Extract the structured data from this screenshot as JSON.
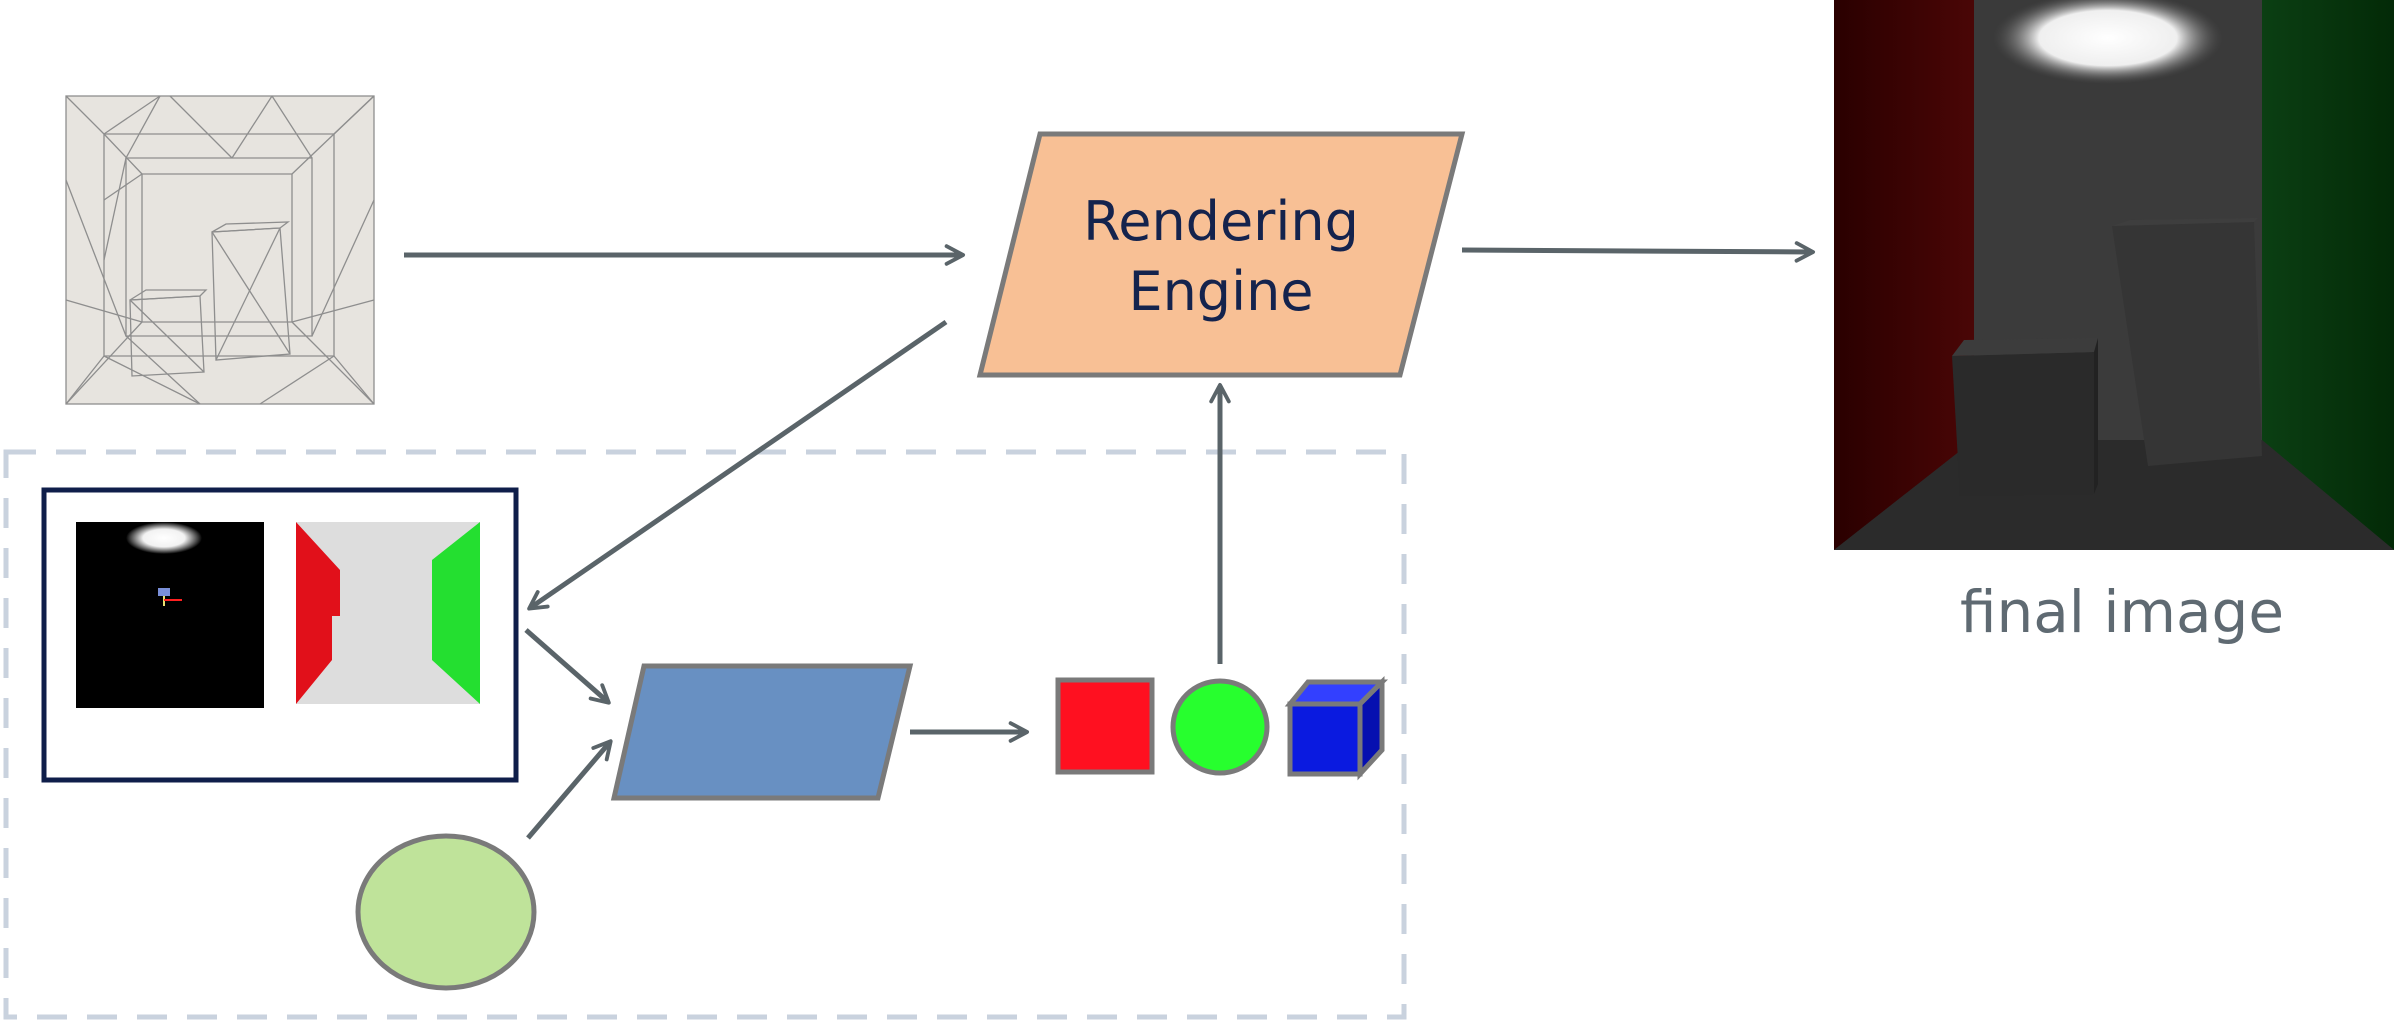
{
  "engine": {
    "line1": "Rendering",
    "line2": "Engine"
  },
  "output": {
    "caption": "final image"
  },
  "colors": {
    "engine_fill": "#F8C095",
    "arrow": "#5A6469",
    "shape_stroke": "#7A7A7A",
    "dashed_border": "#C9D2DE",
    "gbuffer_border": "#0F1E4A",
    "shader_fill": "#6890C2",
    "red_square": "#FF1020",
    "green_circle": "#27FF2E",
    "blue_cube": "#0A1AE0",
    "light_ellipse": "#BFE39A",
    "caption_text": "#5F6A72",
    "engine_text": "#14234D"
  },
  "icons": [
    "wireframe-scene-icon",
    "rendered-cornell-box-icon",
    "light-view-buffer-icon",
    "albedo-buffer-icon",
    "light-source-icon",
    "red-square-icon",
    "green-circle-icon",
    "blue-cube-icon"
  ]
}
